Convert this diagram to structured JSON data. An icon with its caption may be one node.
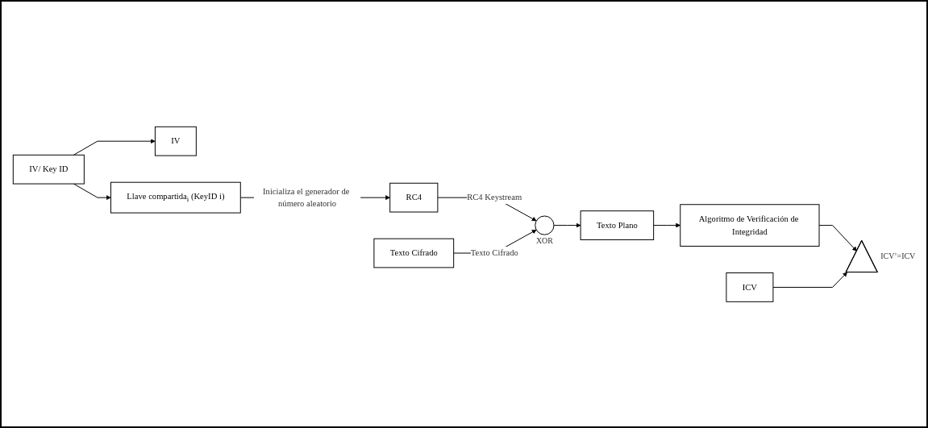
{
  "diagram": {
    "nodes": [
      {
        "text": [
          "IV"
        ]
      },
      {
        "text": [
          "Llave compartida$_{i}$ (KeyID i)"
        ]
      },
      {
        "text": [
          "IV/ Key ID"
        ]
      },
      {
        "text": [
          "Texto Cifrado"
        ]
      },
      {
        "text": [
          "RC4"
        ]
      },
      {
        "text": [],
        "shape": "circle",
        "beside": [
          "XOR"
        ]
      },
      {
        "text": [
          "Algoritmo de Verificación de Integridad"
        ]
      },
      {
        "text": [
          "Texto Plano"
        ]
      },
      {
        "text": [
          "ICV"
        ]
      },
      {
        "text": [],
        "shape": "triangle",
        "beside": [
          "ICV’=ICV"
        ]
      }
    ],
    "edges": [
      {
        "from": 2,
        "to": 0,
        "arrow": "to"
      },
      {
        "from": 2,
        "to": 1,
        "arrow": "to"
      },
      {
        "from": 1,
        "to": 4,
        "arrow": "to",
        "label": "Inicializa el generador de número aleatorio"
      },
      {
        "from": 4,
        "to": 5,
        "arrow": "to",
        "label": "RC4 Keystream"
      },
      {
        "from": 3,
        "to": 5,
        "arrow": "to",
        "label": "Texto Cifrado"
      },
      {
        "from": 5,
        "to": 7,
        "arrow": "to"
      },
      {
        "from": 7,
        "to": 6,
        "arrow": "to"
      },
      {
        "from": 6,
        "to": 9,
        "arrow": "to"
      },
      {
        "from": 8,
        "to": 9,
        "arrow": "to"
      }
    ]
  }
}
